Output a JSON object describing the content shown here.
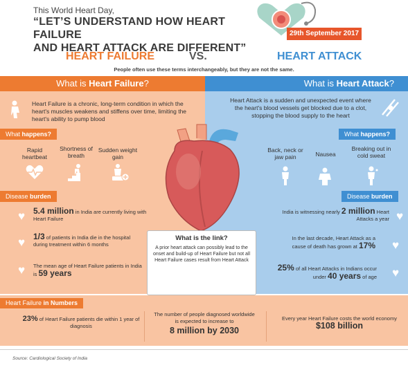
{
  "header": {
    "intro": "This World Heart Day,",
    "headline_line1": "“LET’S UNDERSTAND HOW HEART FAILURE",
    "headline_line2": "AND HEART ATTACK ARE DIFFERENT”",
    "date": "29th September 2017"
  },
  "versus": {
    "left": "HEART FAILURE",
    "vs": "VS.",
    "right": "HEART ATTACK",
    "note": "People often use these terms interchangeably, but they are not the same."
  },
  "heart_failure": {
    "what_prefix": "What is ",
    "what_bold": "Heart Failure",
    "what_suffix": "?",
    "description": "Heart Failure is a chronic, long-term condition in which the heart's muscles weakens and stiffens over time, limiting the heart's ability to pump blood",
    "happens_prefix": "What ",
    "happens_bold": "happens?",
    "symptoms": [
      "Rapid heartbeat",
      "Shortness of breath",
      "Sudden weight gain"
    ],
    "burden_prefix": "Disease ",
    "burden_bold": "burden",
    "stat1_big": "5.4 million",
    "stat1_text": " in India are currently living with Heart Failure",
    "stat2_big": "1/3",
    "stat2_text": " of patients in India die in the hospital during treatment within 6 months",
    "stat3_text": "The mean age of Heart Failure patients in India is ",
    "stat3_big": "59 years"
  },
  "heart_attack": {
    "what_prefix": "What is ",
    "what_bold": "Heart Attack",
    "what_suffix": "?",
    "description": "Heart Attack is a sudden and unexpected event where the heart's blood vessels get blocked due to a clot, stopping the blood supply to the heart",
    "happens_prefix": "What ",
    "happens_bold": "happens?",
    "symptoms": [
      "Back, neck or jaw pain",
      "Nausea",
      "Breaking out in cold sweat"
    ],
    "burden_prefix": "Disease ",
    "burden_bold": "burden",
    "stat1_text": "India is witnessing nearly ",
    "stat1_big": "2 million",
    "stat1_tail": " Heart Attacks a year",
    "stat2_text": "In the last decade, Heart Attack as a cause of death has grown at ",
    "stat2_big": "17%",
    "stat3_big": "25%",
    "stat3_text": " of all Heart Attacks in Indians occur under ",
    "stat3_big2": "40 years",
    "stat3_tail": " of age"
  },
  "link": {
    "title": "What is the link?",
    "text": "A prior heart attack can possibly lead to the onset and build-up of Heart Failure but not all Heart Failure cases result from Heart Attack"
  },
  "numbers": {
    "tag_prefix": "Heart Failure ",
    "tag_bold": "in Numbers",
    "n1_big": "23%",
    "n1_text": " of Heart Failure patients die within 1 year of diagnosis",
    "n2_text": "The number of people diagnosed worldwide is expected to increase to",
    "n2_big": "8 million by 2030",
    "n3_text": "Every year Heart Failure costs the world economy ",
    "n3_big": "$108 billion"
  },
  "source": "Source: Cardiological Society of India",
  "colors": {
    "orange": "#ed7b31",
    "peach": "#f9c4a2",
    "blue": "#3f8fd2",
    "light_blue": "#a9cdec",
    "red_badge": "#e7562b"
  }
}
